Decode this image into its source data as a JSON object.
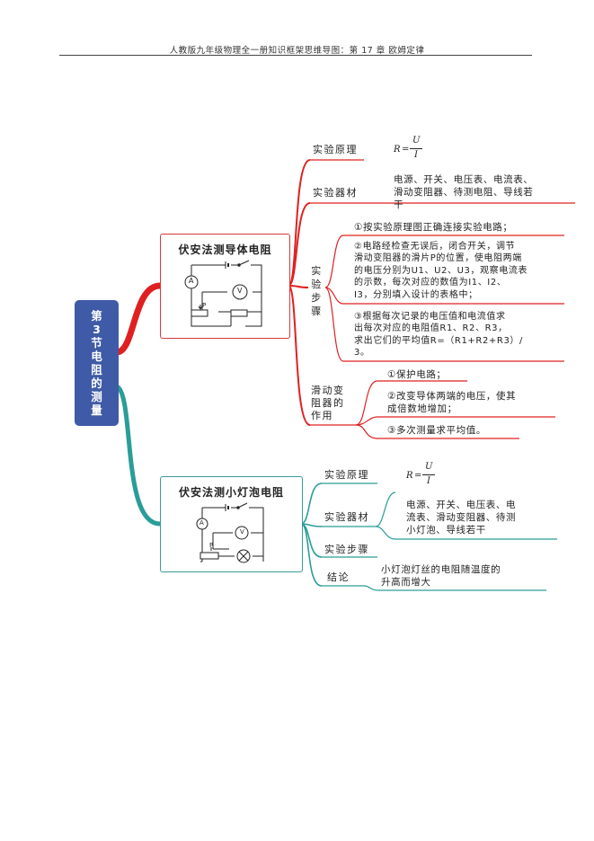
{
  "header": {
    "title": "人教版九年级物理全一册知识框架思维导图：第 17 章 欧姆定律"
  },
  "root": {
    "label": "第3节电阻的测量"
  },
  "colors": {
    "root": "#3f5aa6",
    "red": "#e02020",
    "teal": "#2a9d98"
  },
  "branch1": {
    "title": "伏安法测导体电阻",
    "principle": {
      "label": "实验原理",
      "formula_r": "R",
      "formula_eq": "=",
      "formula_num": "U",
      "formula_den": "I"
    },
    "equipment": {
      "label": "实验器材",
      "lines": [
        "电源、开关、电压表、电流表、",
        "滑动变阻器、待测电阻、导线若",
        "干"
      ]
    },
    "steps": {
      "label": "实验步骤",
      "items": [
        [
          "①按实验原理图正确连接实验电路；"
        ],
        [
          "②电路经检查无误后，闭合开关，调节",
          "滑动变阻器的滑片P的位置，使电阻两端",
          "的电压分别为U1、U2、U3，观察电流表",
          "的示数，每次对应的数值为I1、I2、",
          "I3，分别填入设计的表格中；"
        ],
        [
          "③根据每次记录的电压值和电流值求",
          "出每次对应的电阻值R1、R2、R3，",
          "求出它们的平均值R=（R1+R2+R3）/",
          "3。"
        ]
      ]
    },
    "rheostat": {
      "label_lines": [
        "滑动变",
        "阻器的",
        "作用"
      ],
      "items": [
        [
          "①保护电路；"
        ],
        [
          "②改变导体两端的电压，使其",
          "成倍数地增加；"
        ],
        [
          "③多次测量求平均值。"
        ]
      ]
    },
    "circuit": {
      "a": "A",
      "v": "V",
      "p": "P"
    }
  },
  "branch2": {
    "title": "伏安法测小灯泡电阻",
    "principle": {
      "label": "实验原理",
      "formula_r": "R",
      "formula_eq": "=",
      "formula_num": "U",
      "formula_den": "I"
    },
    "equipment": {
      "label": "实验器材",
      "lines": [
        "电源、开关、电压表、电",
        "流表、滑动变阻器、待测",
        "小灯泡、导线若干"
      ]
    },
    "steps": {
      "label": "实验步骤"
    },
    "conclusion": {
      "label": "结论",
      "lines": [
        "小灯泡灯丝的电阻随温度的",
        "升高而增大"
      ]
    },
    "circuit": {
      "a": "A",
      "v": "V",
      "p": "P"
    }
  }
}
